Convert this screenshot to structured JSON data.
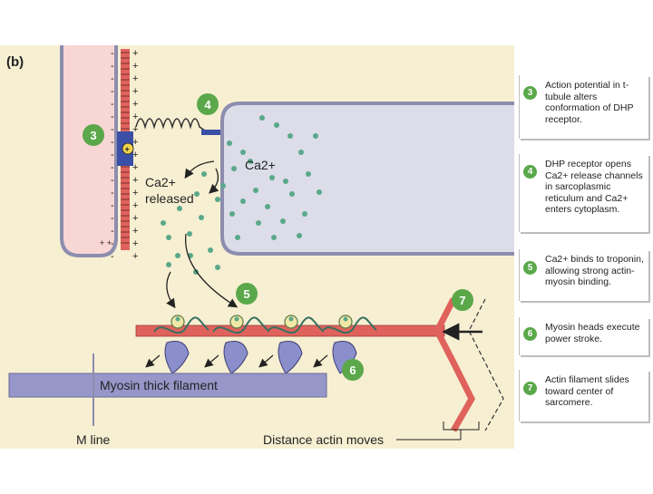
{
  "panel_label": "(b)",
  "labels": {
    "ca_cytoplasm": "Ca2+",
    "ca_released_1": "Ca2+",
    "ca_released_2": "released",
    "myosin_filament": "Myosin thick filament",
    "m_line": "M line",
    "distance": "Distance actin moves"
  },
  "markers": {
    "m3": "3",
    "m4": "4",
    "m5": "5",
    "m6": "6",
    "m7": "7"
  },
  "steps": [
    {
      "num": "3",
      "text": "Action potential in t-tubule alters conformation of DHP receptor."
    },
    {
      "num": "4",
      "text": "DHP receptor opens Ca2+ release channels in sarcoplasmic reticulum and Ca2+ enters cytoplasm."
    },
    {
      "num": "5",
      "text": "Ca2+ binds to troponin, allowing strong actin-myosin binding."
    },
    {
      "num": "6",
      "text": "Myosin heads execute power stroke."
    },
    {
      "num": "7",
      "text": "Actin filament slides toward center of sarcomere."
    }
  ],
  "colors": {
    "background": "#f7efd2",
    "t_tubule_fill": "#f7d6d4",
    "sr_fill": "#dcdde9",
    "membrane": "#8c8dae",
    "actin": "#e0625c",
    "myosin": "#9796c9",
    "calcium": "#5aa88a",
    "badge": "#5aa84a"
  }
}
